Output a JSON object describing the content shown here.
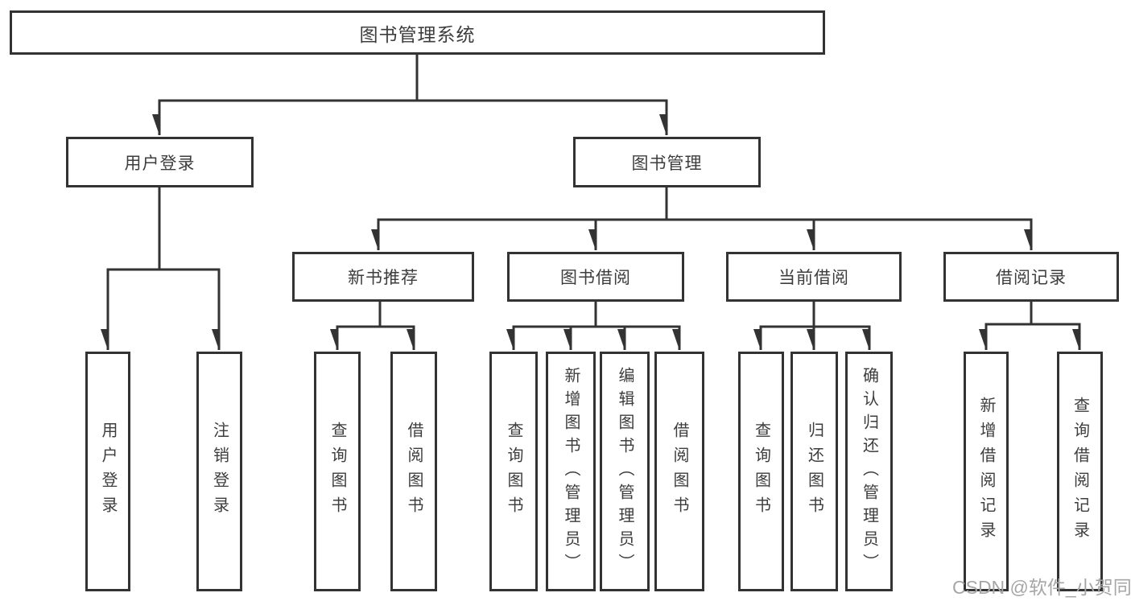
{
  "colors": {
    "line": "#333333",
    "text": "#3d3d3d",
    "background": "#ffffff",
    "watermark": "#a6a6a6"
  },
  "watermark": {
    "text": "CSDN @软件_小贺同学"
  },
  "tree": {
    "root": {
      "label": "图书管理系统",
      "children": [
        {
          "label": "用户登录",
          "children": [
            {
              "label": "用户登录"
            },
            {
              "label": "注销登录"
            }
          ]
        },
        {
          "label": "图书管理",
          "children": [
            {
              "label": "新书推荐",
              "children": [
                {
                  "label": "查询图书"
                },
                {
                  "label": "借阅图书"
                }
              ]
            },
            {
              "label": "图书借阅",
              "children": [
                {
                  "label": "查询图书"
                },
                {
                  "label": "新增图书（管理员）"
                },
                {
                  "label": "编辑图书（管理员）"
                },
                {
                  "label": "借阅图书"
                }
              ]
            },
            {
              "label": "当前借阅",
              "children": [
                {
                  "label": "查询图书"
                },
                {
                  "label": "归还图书"
                },
                {
                  "label": "确认归还（管理员）"
                }
              ]
            },
            {
              "label": "借阅记录",
              "children": [
                {
                  "label": "新增借阅记录"
                },
                {
                  "label": "查询借阅记录"
                }
              ]
            }
          ]
        }
      ]
    }
  }
}
